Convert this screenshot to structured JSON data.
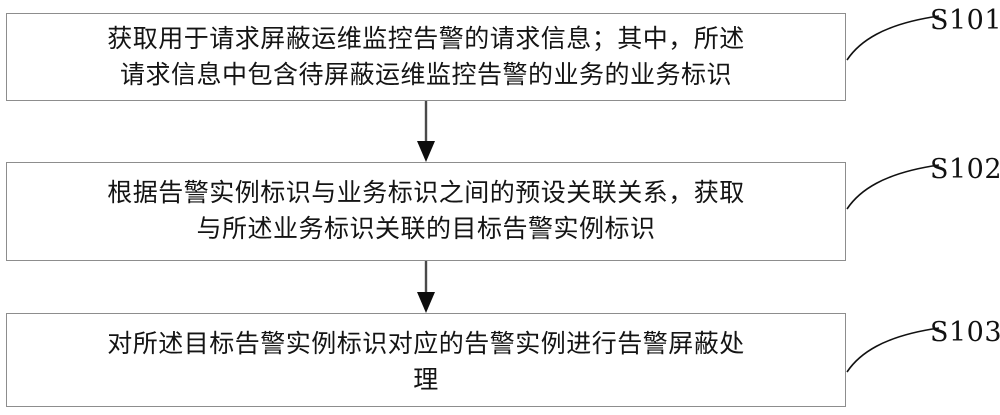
{
  "figure": {
    "type": "patent-flowchart",
    "orientation": "vertical",
    "background_color": "#ffffff",
    "box_border_color": "#8d8d8d",
    "text_color": "#141414"
  },
  "steps": [
    {
      "id": "S101",
      "label": "S101",
      "text": "获取用于请求屏蔽运维监控告警的请求信息；其中，所述\n请求信息中包含待屏蔽运维监控告警的业务的业务标识"
    },
    {
      "id": "S102",
      "label": "S102",
      "text": "根据告警实例标识与业务标识之间的预设关联关系，获取\n与所述业务标识关联的目标告警实例标识"
    },
    {
      "id": "S103",
      "label": "S103",
      "text": "对所述目标告警实例标识对应的告警实例进行告警屏蔽处\n理"
    }
  ],
  "connectors": [
    {
      "from": "S101",
      "to": "S102",
      "style": "solid-line-filled-arrowhead"
    },
    {
      "from": "S102",
      "to": "S103",
      "style": "solid-line-filled-arrowhead"
    }
  ]
}
